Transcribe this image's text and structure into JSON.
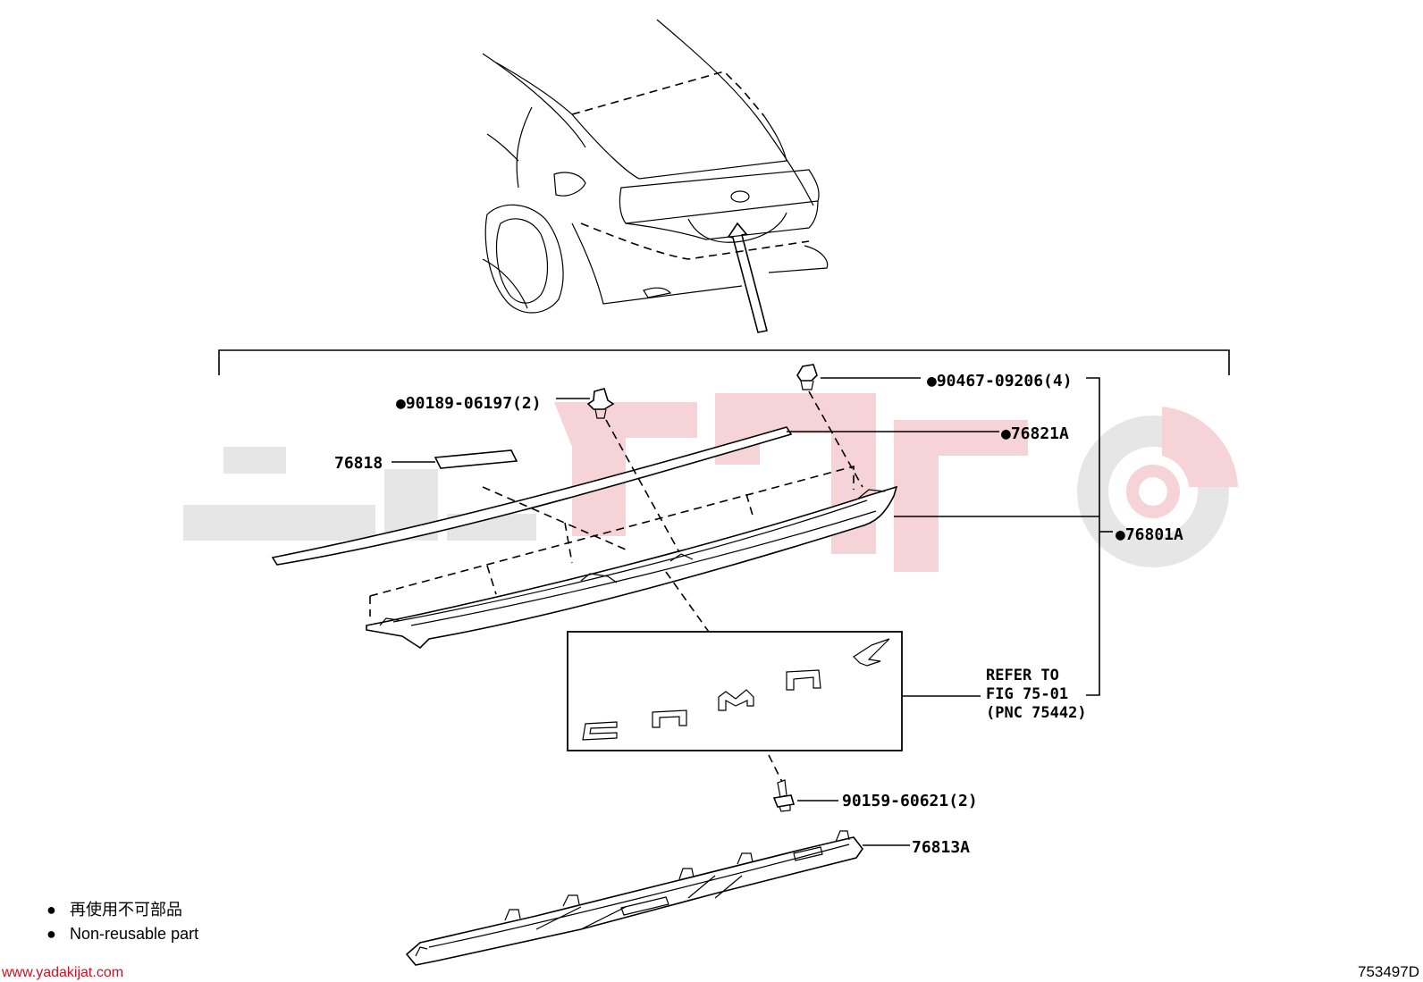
{
  "diagram": {
    "figure_code": "753497D",
    "watermark_url": "www.yadakijat.com",
    "parts": {
      "clip_left": "●90189-06197(2)",
      "clip_right": "●90467-09206(4)",
      "tape": "76818",
      "moulding_upper": "●76821A",
      "garnish": "●76801A",
      "screw": "90159-60621(2)",
      "lower_garnish": "76813A"
    },
    "reference_note": [
      "REFER TO",
      "FIG 75-01",
      "(PNC 75442)"
    ],
    "legend": [
      {
        "marker": "●",
        "text": "再使用不可部品"
      },
      {
        "marker": "●",
        "text": "Non-reusable part"
      }
    ]
  }
}
